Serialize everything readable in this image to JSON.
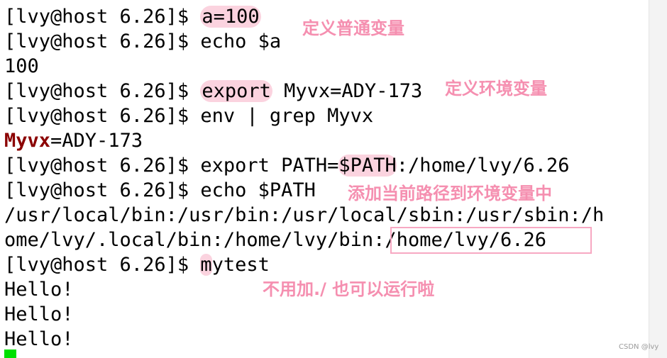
{
  "terminal": {
    "prompt": "[lvy@host 6.26]$ ",
    "lines": [
      {
        "cmd": "a=100"
      },
      {
        "cmd": "echo $a"
      },
      {
        "output": "100"
      },
      {
        "cmd_hl": "export",
        "cmd_rest": " Myvx=ADY-173"
      },
      {
        "cmd": "env | grep Myvx"
      },
      {
        "match": "Myvx",
        "rest": "=ADY-173"
      },
      {
        "cmd_pre": "export PATH=",
        "cmd_hl": "$PATH",
        "cmd_rest": ":/home/lvy/6.26"
      },
      {
        "cmd": "echo $PATH"
      },
      {
        "output": "/usr/local/bin:/usr/bin:/usr/local/sbin:/usr/sbin:/h"
      },
      {
        "output": "ome/lvy/.local/bin:/home/lvy/bin:/home/lvy/6.26"
      },
      {
        "cmd_hl": "m",
        "cmd_rest": "ytest"
      },
      {
        "output": "Hello!"
      },
      {
        "output": "Hello!"
      },
      {
        "output": "Hello!"
      }
    ]
  },
  "annotations": {
    "define_var": "定义普通变量",
    "define_env": "定义环境变量",
    "add_path": "添加当前路径到环境变量中",
    "no_dot_slash": "不用加./ 也可以运行啦"
  },
  "watermark": "CSDN @lvy",
  "colors": {
    "highlight": "#fbd3df",
    "annotation": "#f58fb0",
    "grep_match": "#8b0000",
    "cursor": "#00e000"
  }
}
